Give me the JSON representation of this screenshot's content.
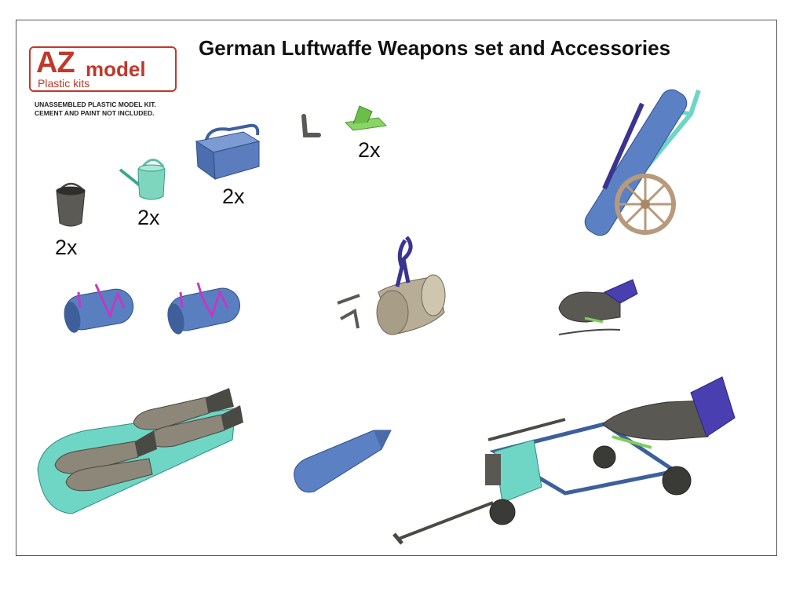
{
  "title": "German Luftwaffe Weapons set and Accessories",
  "logo": {
    "brand_main": "AZ",
    "brand_secondary": "model",
    "subtitle": "Plastic kits"
  },
  "disclaimer": {
    "line1": "UNASSEMBLED PLASTIC MODEL KIT.",
    "line2": "CEMENT AND PAINT NOT INCLUDED."
  },
  "quantities": {
    "bucket": "2x",
    "watering_can": "2x",
    "toolbox": "2x",
    "bracket": "2x"
  },
  "colors": {
    "accent_red": "#c0392b",
    "part_blue": "#5578b8",
    "part_teal": "#6fd6c6",
    "part_green": "#7fcf58",
    "part_grey": "#7a776f",
    "part_purple": "#4a3a9a",
    "part_magenta": "#c030c0",
    "part_tan": "#b9b09a"
  }
}
